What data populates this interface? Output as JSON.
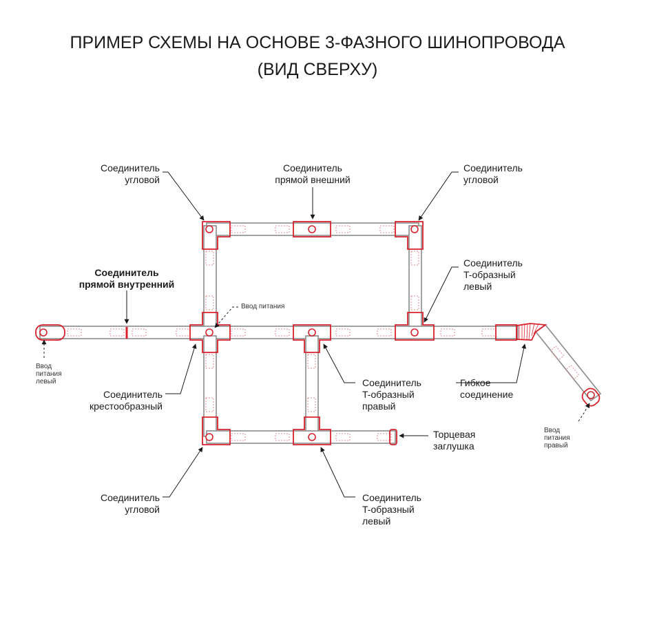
{
  "title": {
    "line1": "ПРИМЕР СХЕМЫ НА ОСНОВЕ 3-ФАЗНОГО ШИНОПРОВОДА",
    "line2": "(ВИД СВЕРХУ)"
  },
  "colors": {
    "accent": "#d9212c",
    "track": "#8a8a8a",
    "text": "#1a1a1a"
  },
  "labels": {
    "corner_top_left": [
      "Соединитель",
      "угловой"
    ],
    "straight_external": [
      "Соединитель",
      "прямой внешний"
    ],
    "corner_top_right": [
      "Соединитель",
      "угловой"
    ],
    "straight_internal": [
      "Соединитель",
      "прямой внутренний"
    ],
    "power_input": "Ввод питания",
    "t_left_top": [
      "Соединитель",
      "T-образный",
      "левый"
    ],
    "power_left": [
      "Ввод",
      "питания",
      "левый"
    ],
    "cross": [
      "Соединитель",
      "крестообразный"
    ],
    "t_right": [
      "Соединитель",
      "T-образный",
      "правый"
    ],
    "flexible": [
      "Гибкое",
      "соединение"
    ],
    "power_right": [
      "Ввод",
      "питания",
      "правый"
    ],
    "end_cap": [
      "Торцевая",
      "заглушка"
    ],
    "corner_bottom_left": [
      "Соединитель",
      "угловой"
    ],
    "t_left_bottom": [
      "Соединитель",
      "T-образный",
      "левый"
    ]
  }
}
